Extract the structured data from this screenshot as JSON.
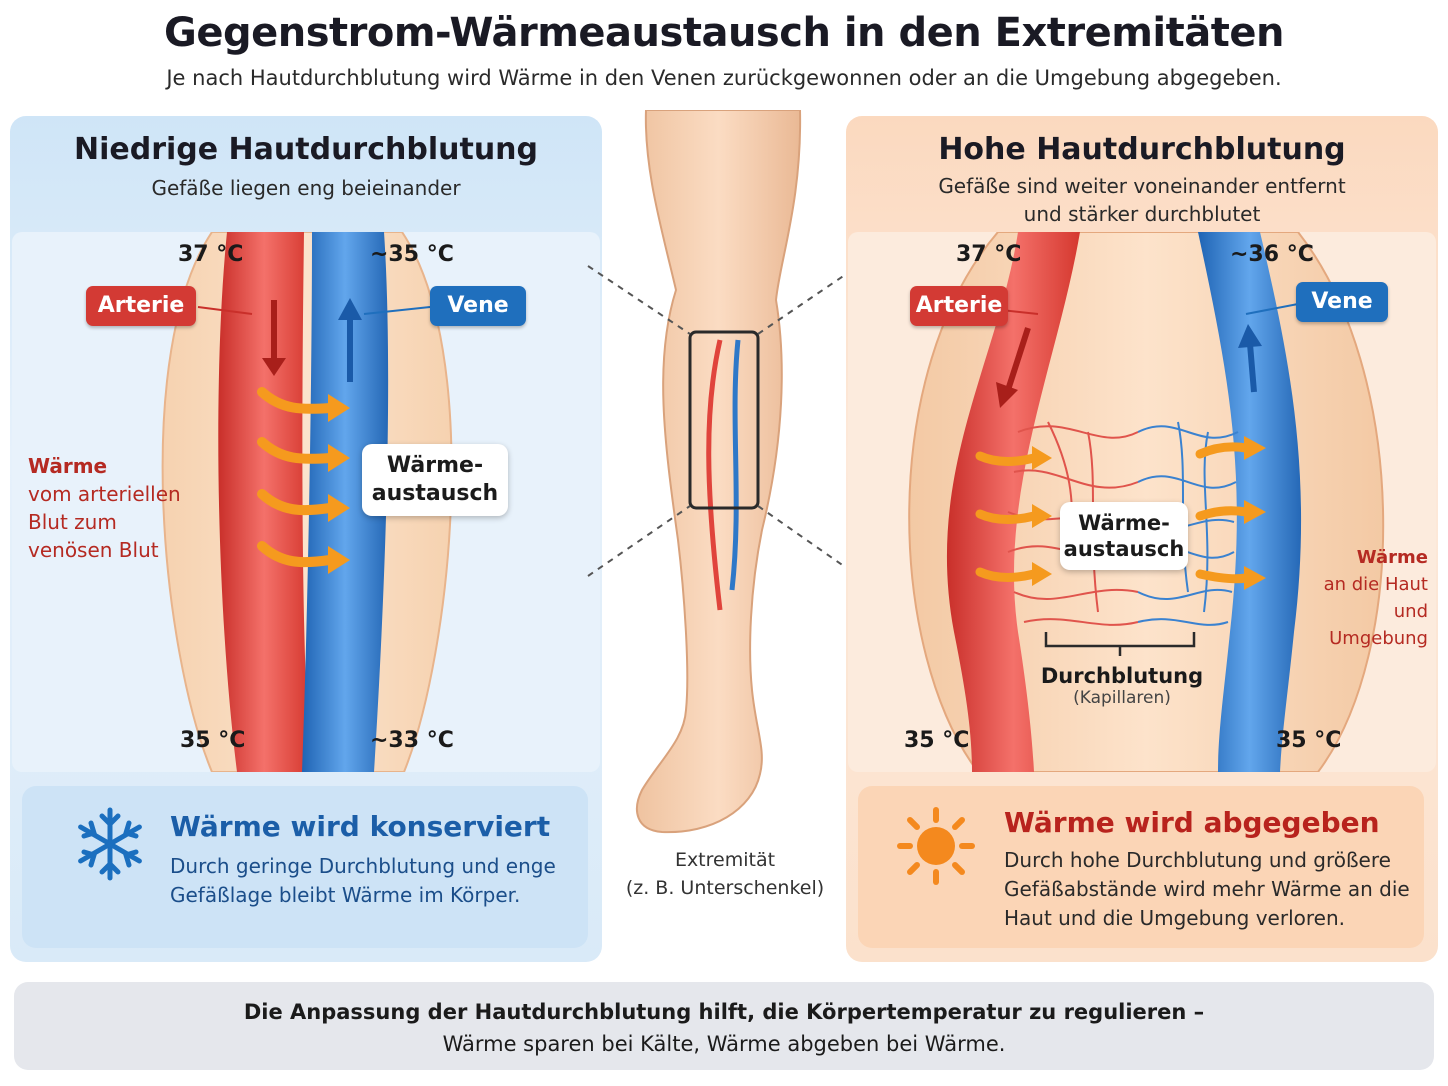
{
  "header": {
    "title": "Gegenstrom-Wärmeaustausch in den Extremitäten",
    "subtitle": "Je nach Hautdurchblutung wird Wärme in den Venen zurückgewonnen oder an die Umgebung abgegeben."
  },
  "left": {
    "heading": "Niedrige Hautdurchblutung",
    "subheading": "Gefäße liegen eng beieinander",
    "artery_label": "Arterie",
    "vein_label": "Vene",
    "temp_artery_top": "37 °C",
    "temp_vein_top": "~35 °C",
    "temp_artery_bottom": "35 °C",
    "temp_vein_bottom": "~33 °C",
    "bubble_line1": "Wärme-",
    "bubble_line2": "austausch",
    "note_title": "Wärme",
    "note_line1": "vom arteriellen",
    "note_line2": "Blut zum",
    "note_line3": "venösen Blut",
    "box_title": "Wärme wird konserviert",
    "box_line1": "Durch geringe  Durchblutung und enge",
    "box_line2": "Gefäßlage bleibt Wärme im Körper.",
    "icon": "snowflake-icon",
    "accent": "#1b5ea8"
  },
  "center": {
    "caption_line1": "Extremität",
    "caption_line2": "(z. B. Unterschenkel)"
  },
  "right": {
    "heading": "Hohe Hautdurchblutung",
    "subheading_line1": "Gefäße sind weiter voneinander entfernt",
    "subheading_line2": "und stärker durchblutet",
    "artery_label": "Arterie",
    "vein_label": "Vene",
    "temp_artery_top": "37 °C",
    "temp_vein_top": "~36 °C",
    "temp_artery_bottom": "35 °C",
    "temp_vein_bottom": "35 °C",
    "bubble_line1": "Wärme-",
    "bubble_line2": "austausch",
    "capillary_title": "Durchblutung",
    "capillary_sub": "(Kapillaren)",
    "note_title": "Wärme",
    "note_line1": "an die Haut",
    "note_line2": "und Umgebung",
    "box_title": "Wärme wird abgegeben",
    "box_line1": "Durch hohe Durchblutung und größere",
    "box_line2": "Gefäßabstände wird mehr Wärme an die",
    "box_line3": "Haut und die Umgebung verloren.",
    "icon": "sun-icon",
    "accent": "#b8231d"
  },
  "footer": {
    "line1": "Die Anpassung der Hautdurchblutung hilft, die Körpertemperatur zu regulieren –",
    "line2": "Wärme sparen bei Kälte, Wärme abgeben bei Wärme."
  },
  "colors": {
    "artery": "#e0443c",
    "vein": "#2e78c8",
    "heat_arrow": "#f59a1e",
    "cold_panel": "#d9eaf8",
    "warm_panel": "#fde5d2"
  }
}
